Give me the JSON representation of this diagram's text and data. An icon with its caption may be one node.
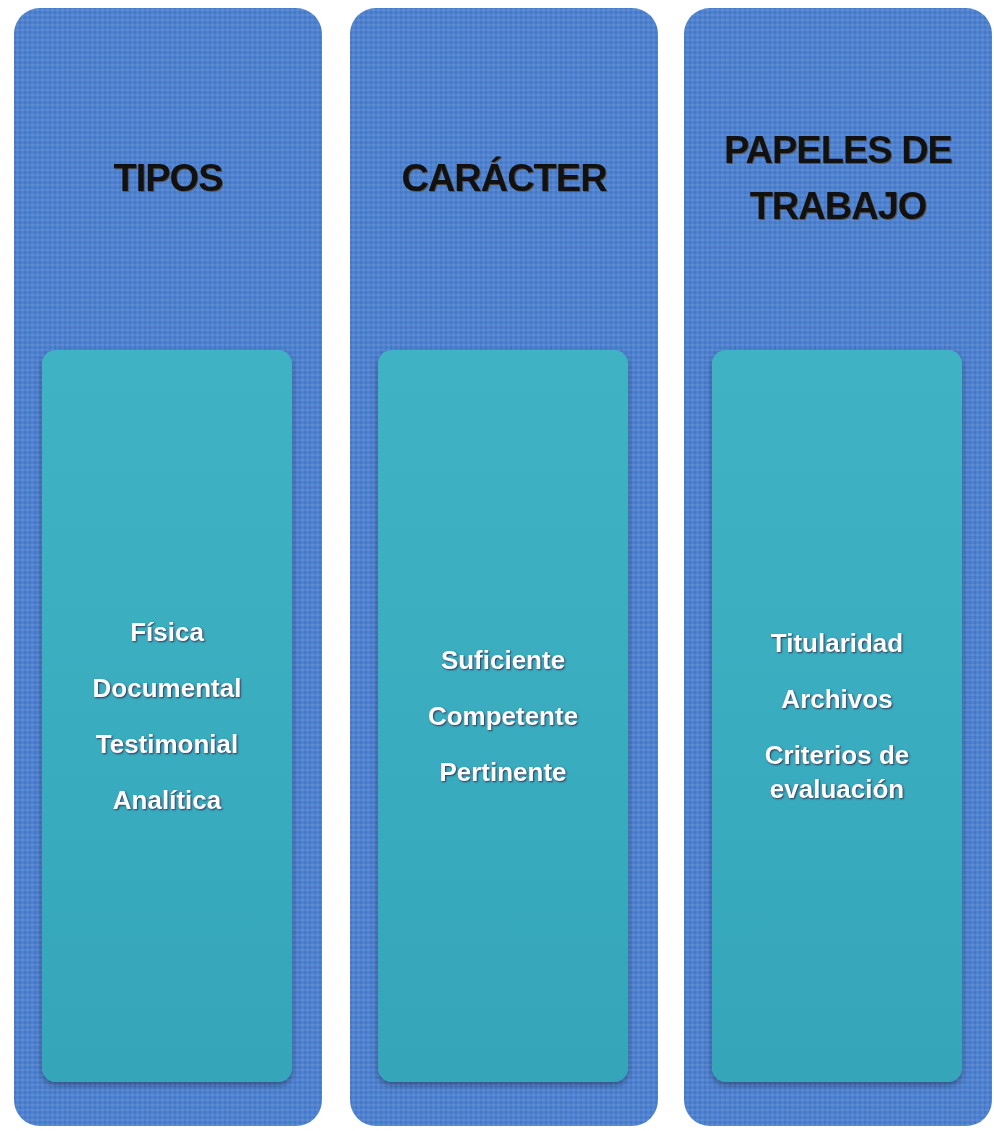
{
  "diagram": {
    "nodes": [
      {
        "text": [
          "TIPOS"
        ]
      },
      {
        "text": [
          "Física",
          "Documental",
          "Testimonial",
          "Analítica"
        ],
        "in": 0
      },
      {
        "text": [
          "CARÁCTER"
        ]
      },
      {
        "text": [
          "Suficiente",
          "Competente",
          "Pertinente"
        ],
        "in": 2
      },
      {
        "text": [
          "PAPELES DE TRABAJO"
        ]
      },
      {
        "text": [
          "Titularidad",
          "Archivos",
          "Criterios de evaluación"
        ],
        "in": 4
      }
    ]
  }
}
